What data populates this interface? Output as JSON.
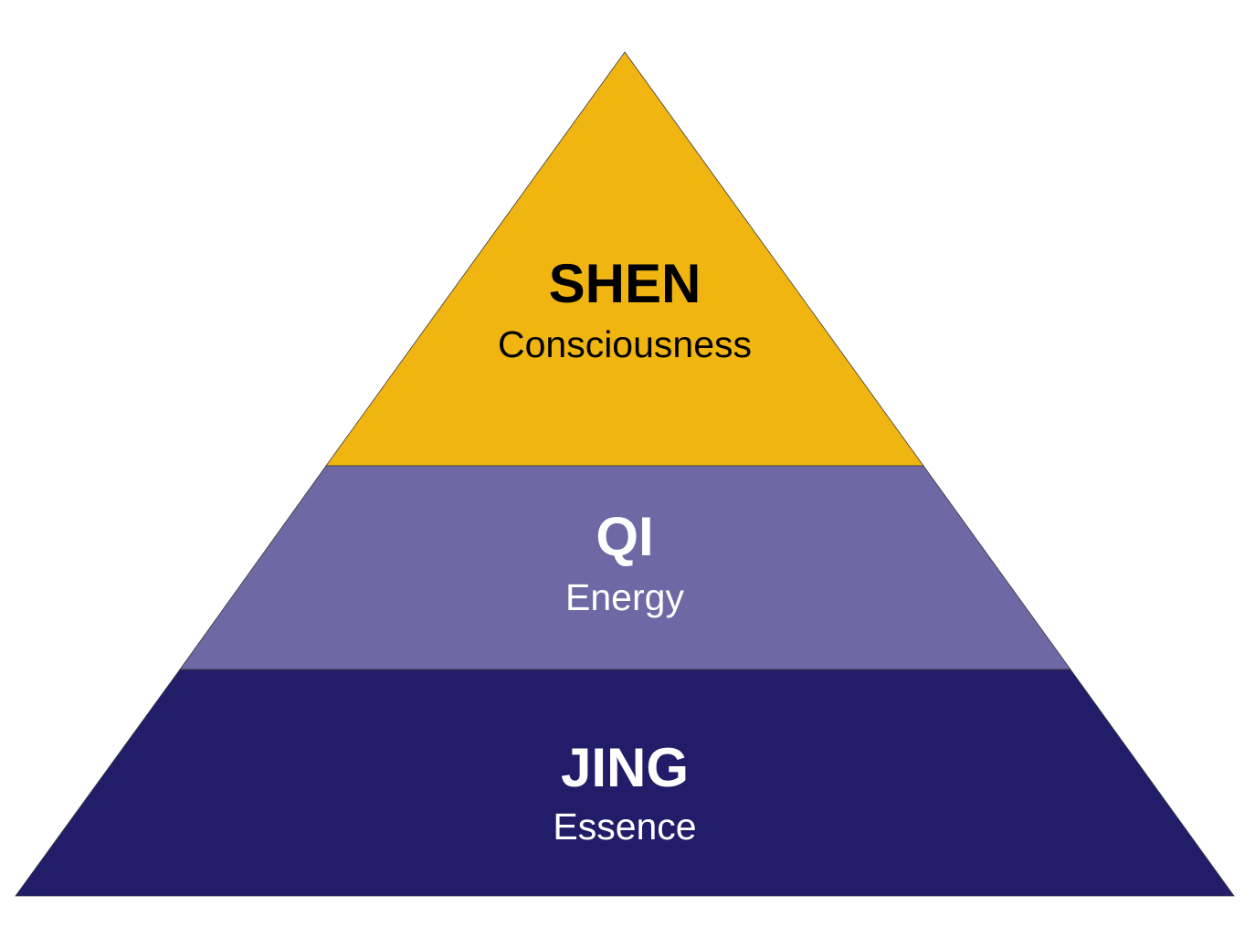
{
  "colors": {
    "background": "#ffffff",
    "outline": "#3a3a3a"
  },
  "tiers": [
    {
      "title": "SHEN",
      "subtitle": "Consciousness",
      "fill": "#f1b511",
      "text_color": "#000000"
    },
    {
      "title": "QI",
      "subtitle": "Energy",
      "fill": "#6e68a4",
      "text_color": "#ffffff"
    },
    {
      "title": "JING",
      "subtitle": "Essence",
      "fill": "#221d69",
      "text_color": "#ffffff"
    }
  ]
}
